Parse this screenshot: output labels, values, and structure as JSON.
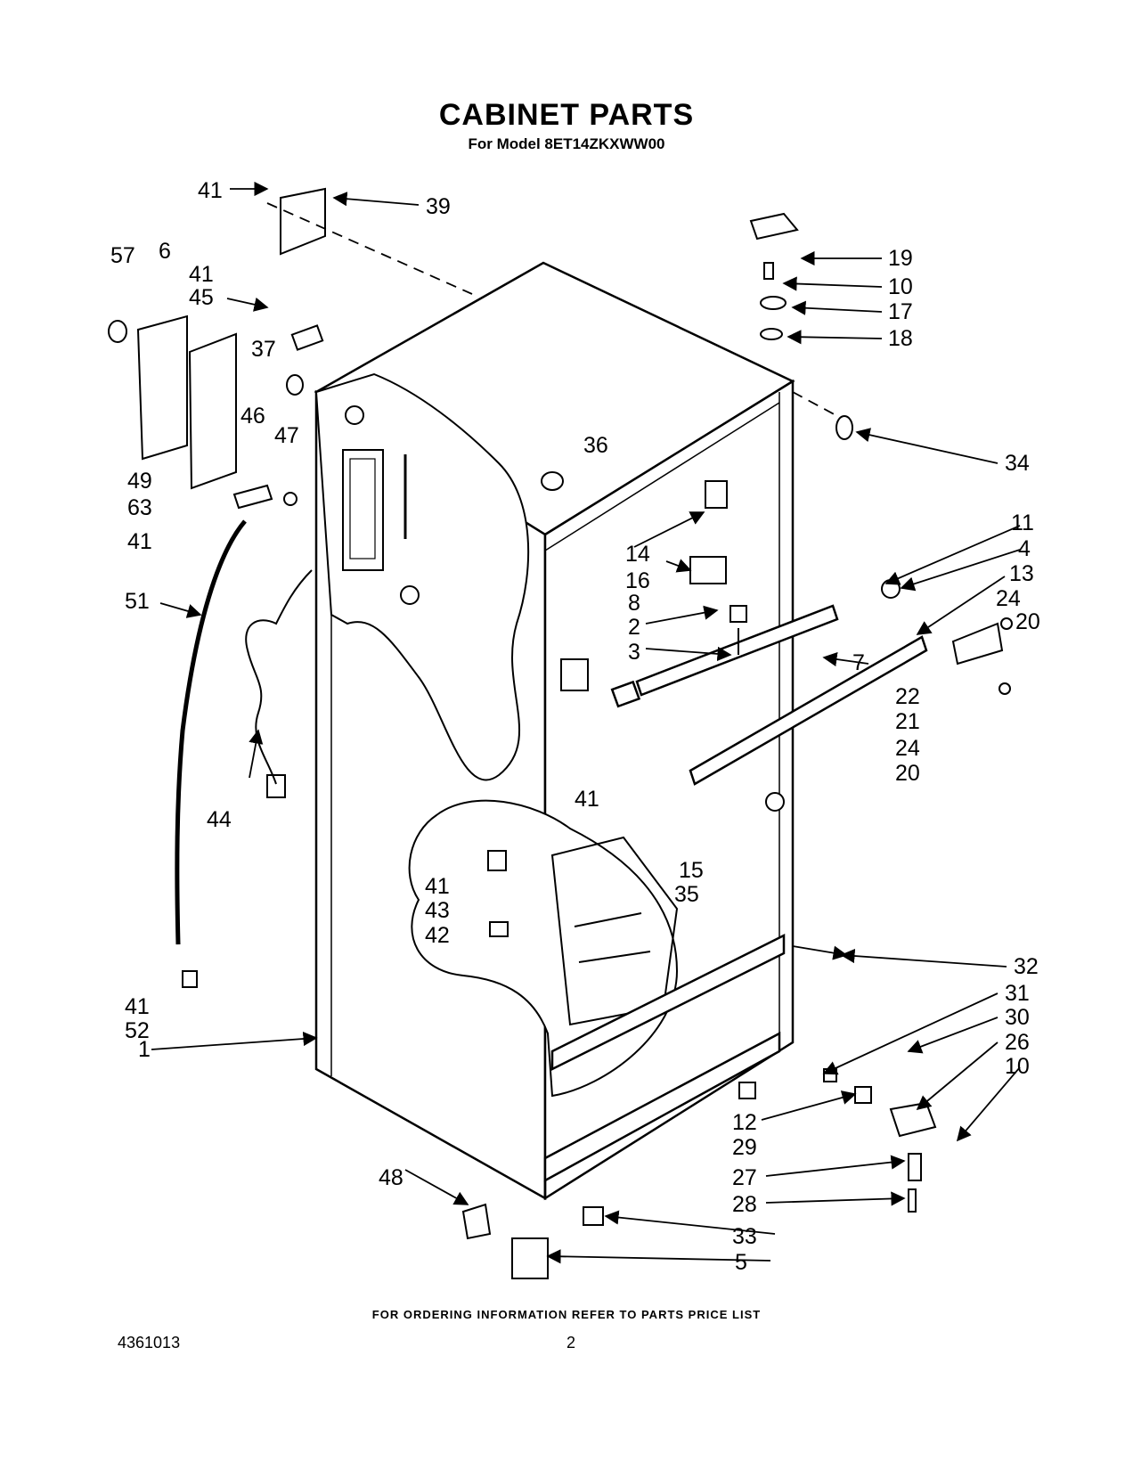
{
  "header": {
    "title": "CABINET PARTS",
    "subtitle": "For Model 8ET14ZKXWW00"
  },
  "callouts": [
    {
      "id": "c41a",
      "label": "41"
    },
    {
      "id": "c39",
      "label": "39"
    },
    {
      "id": "c57",
      "label": "57"
    },
    {
      "id": "c6",
      "label": "6"
    },
    {
      "id": "c41b",
      "label": "41"
    },
    {
      "id": "c45",
      "label": "45"
    },
    {
      "id": "c37",
      "label": "37"
    },
    {
      "id": "c46",
      "label": "46"
    },
    {
      "id": "c47",
      "label": "47"
    },
    {
      "id": "c49",
      "label": "49"
    },
    {
      "id": "c63",
      "label": "63"
    },
    {
      "id": "c41c",
      "label": "41"
    },
    {
      "id": "c51",
      "label": "51"
    },
    {
      "id": "c44",
      "label": "44"
    },
    {
      "id": "c41d",
      "label": "41"
    },
    {
      "id": "c52",
      "label": "52"
    },
    {
      "id": "c1",
      "label": "1"
    },
    {
      "id": "c48",
      "label": "48"
    },
    {
      "id": "c19",
      "label": "19"
    },
    {
      "id": "c10a",
      "label": "10"
    },
    {
      "id": "c17",
      "label": "17"
    },
    {
      "id": "c18",
      "label": "18"
    },
    {
      "id": "c34",
      "label": "34"
    },
    {
      "id": "c36",
      "label": "36"
    },
    {
      "id": "c11",
      "label": "11"
    },
    {
      "id": "c4",
      "label": "4"
    },
    {
      "id": "c13",
      "label": "13"
    },
    {
      "id": "c24a",
      "label": "24"
    },
    {
      "id": "c20a",
      "label": "20"
    },
    {
      "id": "c14",
      "label": "14"
    },
    {
      "id": "c16",
      "label": "16"
    },
    {
      "id": "c8",
      "label": "8"
    },
    {
      "id": "c2",
      "label": "2"
    },
    {
      "id": "c3",
      "label": "3"
    },
    {
      "id": "c7",
      "label": "7"
    },
    {
      "id": "c22",
      "label": "22"
    },
    {
      "id": "c21",
      "label": "21"
    },
    {
      "id": "c24b",
      "label": "24"
    },
    {
      "id": "c20b",
      "label": "20"
    },
    {
      "id": "c41e",
      "label": "41"
    },
    {
      "id": "c15",
      "label": "15"
    },
    {
      "id": "c35",
      "label": "35"
    },
    {
      "id": "c41f",
      "label": "41"
    },
    {
      "id": "c43",
      "label": "43"
    },
    {
      "id": "c42",
      "label": "42"
    },
    {
      "id": "c32",
      "label": "32"
    },
    {
      "id": "c31",
      "label": "31"
    },
    {
      "id": "c30",
      "label": "30"
    },
    {
      "id": "c26",
      "label": "26"
    },
    {
      "id": "c10b",
      "label": "10"
    },
    {
      "id": "c12",
      "label": "12"
    },
    {
      "id": "c29",
      "label": "29"
    },
    {
      "id": "c27",
      "label": "27"
    },
    {
      "id": "c28",
      "label": "28"
    },
    {
      "id": "c33",
      "label": "33"
    },
    {
      "id": "c5",
      "label": "5"
    }
  ],
  "footer": {
    "ordering_note": "FOR ORDERING INFORMATION REFER TO PARTS PRICE LIST",
    "document_number": "4361013",
    "page_number": "2"
  }
}
